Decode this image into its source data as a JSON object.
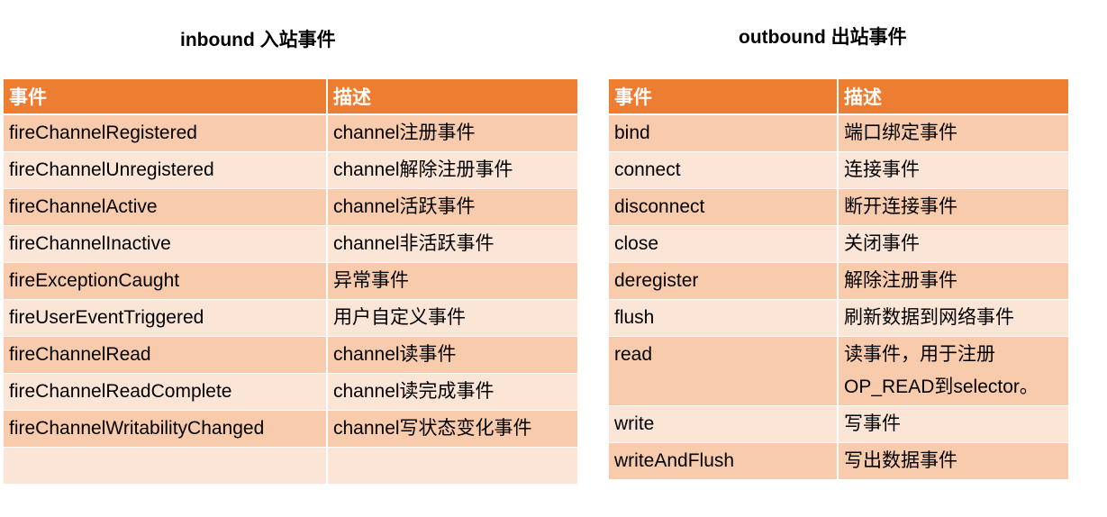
{
  "inbound": {
    "title": "inbound 入站事件",
    "headers": [
      "事件",
      "描述"
    ],
    "rows": [
      [
        "fireChannelRegistered",
        "channel注册事件"
      ],
      [
        "fireChannelUnregistered",
        "channel解除注册事件"
      ],
      [
        "fireChannelActive",
        "channel活跃事件"
      ],
      [
        "fireChannelInactive",
        "channel非活跃事件"
      ],
      [
        "fireExceptionCaught",
        "异常事件"
      ],
      [
        "fireUserEventTriggered",
        "用户自定义事件"
      ],
      [
        "fireChannelRead",
        "channel读事件"
      ],
      [
        "fireChannelReadComplete",
        "channel读完成事件"
      ],
      [
        "fireChannelWritabilityChanged",
        "channel写状态变化事件"
      ],
      [
        "",
        ""
      ]
    ]
  },
  "outbound": {
    "title": "outbound 出站事件",
    "headers": [
      "事件",
      "描述"
    ],
    "rows": [
      [
        "bind",
        "端口绑定事件"
      ],
      [
        "connect",
        "连接事件"
      ],
      [
        "disconnect",
        "断开连接事件"
      ],
      [
        "close",
        "关闭事件"
      ],
      [
        "deregister",
        "解除注册事件"
      ],
      [
        "flush",
        "刷新数据到网络事件"
      ],
      [
        "read",
        "读事件，用于注册OP_READ到selector。"
      ],
      [
        "write",
        "写事件"
      ],
      [
        "writeAndFlush",
        "写出数据事件"
      ]
    ]
  },
  "colors": {
    "header": "#ed7d31",
    "row_odd": "#f8cbad",
    "row_even": "#fbe5d6"
  }
}
